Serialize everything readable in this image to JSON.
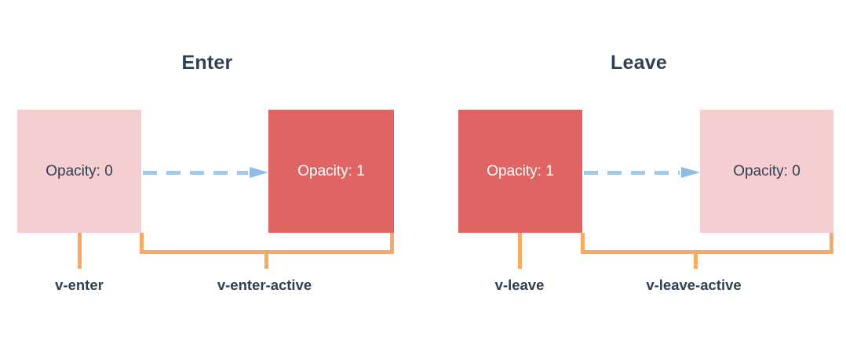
{
  "diagram": {
    "kind": "vue-transition-class-timeline",
    "colors": {
      "pink": "#f5ced1",
      "red": "#df6565",
      "orange": "#f5ab63",
      "blue": "#a4c8e8",
      "text_dark": "#2f4055",
      "text_light": "#ffffff",
      "background": "#ffffff"
    }
  },
  "panels": [
    {
      "id": "enter",
      "title": "Enter",
      "start_box": {
        "label": "Opacity: 0",
        "fill": "pink"
      },
      "end_box": {
        "label": "Opacity: 1",
        "fill": "red"
      },
      "arrow": {
        "style": "dashed",
        "direction": "right"
      },
      "class_labels": [
        {
          "name": "v-enter",
          "scope": "start-state"
        },
        {
          "name": "v-enter-active",
          "scope": "transition-duration"
        }
      ]
    },
    {
      "id": "leave",
      "title": "Leave",
      "start_box": {
        "label": "Opacity: 1",
        "fill": "red"
      },
      "end_box": {
        "label": "Opacity: 0",
        "fill": "pink"
      },
      "arrow": {
        "style": "dashed",
        "direction": "right"
      },
      "class_labels": [
        {
          "name": "v-leave",
          "scope": "start-state"
        },
        {
          "name": "v-leave-active",
          "scope": "transition-duration"
        }
      ]
    }
  ]
}
